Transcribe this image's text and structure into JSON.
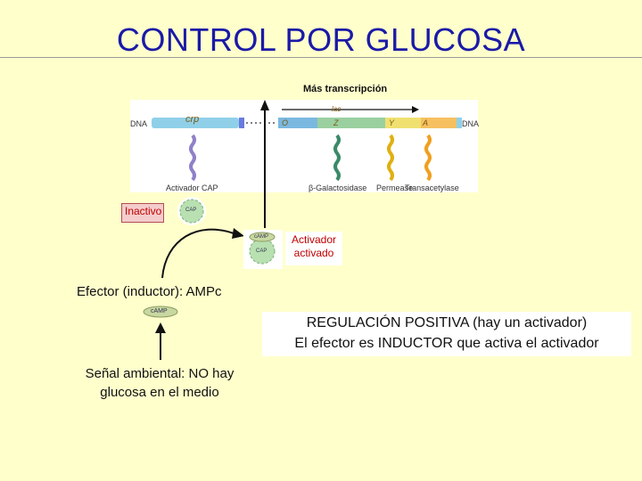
{
  "title": "CONTROL POR GLUCOSA",
  "diagram": {
    "more_transcription": "Más transcripción",
    "dna_left": "DNA",
    "dna_right": "DNA",
    "gene_crp": "crp",
    "gene_o": "O",
    "gene_lac": "lac",
    "gene_z": "Z",
    "gene_y": "Y",
    "gene_a": "A",
    "cap_activator_label": "Activador CAP",
    "product_bgal": "β-Galactosidase",
    "product_permease": "Permease",
    "product_transacetylase": "Transacetylase"
  },
  "cap_label": "CAP",
  "camp_label": "cAMP",
  "inactive_label": "Inactivo",
  "activated_line1": "Activador",
  "activated_line2": "activado",
  "effector_label": "Efector (inductor): AMPc",
  "positive_regulation_line1": "REGULACIÓN POSITIVA (hay un activador)",
  "positive_regulation_line2": "El efector es INDUCTOR que activa el activador",
  "signal_line1": "Señal ambiental: NO hay",
  "signal_line2": "glucosa en el medio",
  "colors": {
    "title": "#1a1aa8",
    "background": "#ffffcc",
    "inactive_text": "#c00000",
    "cap_blob": "#a8d8a0",
    "gene_z": "#4a9a7a",
    "gene_y": "#e8c020",
    "gene_a": "#f0a020"
  }
}
